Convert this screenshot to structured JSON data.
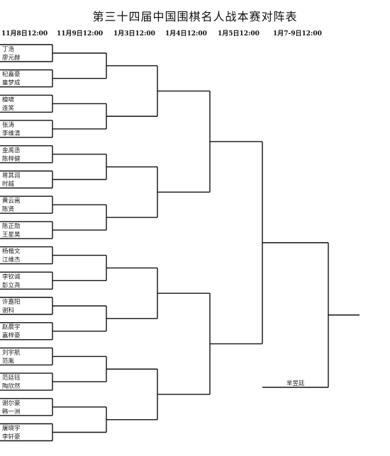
{
  "title": "第三十四届中国围棋名人战本赛对阵表",
  "rounds": [
    "11月8日12:00",
    "11月9日12:00",
    "1月3日12:00",
    "1月4日12:00",
    "1月5日12:00",
    "1月7-9日12:00"
  ],
  "matches": [
    [
      "丁浩",
      "廖元赫"
    ],
    [
      "杞嘉豪",
      "童梦成"
    ],
    [
      "檀啸",
      "连笑"
    ],
    [
      "张涛",
      "李维清"
    ],
    [
      "金禹丞",
      "陈梓健"
    ],
    [
      "蒋其润",
      "时越"
    ],
    [
      "黄云嵩",
      "陈贤"
    ],
    [
      "陈正勋",
      "王星昊"
    ],
    [
      "杨楷文",
      "江维杰"
    ],
    [
      "李钦诚",
      "彭立尧"
    ],
    [
      "许嘉阳",
      "谢科"
    ],
    [
      "赵晨宇",
      "嘉梓豪"
    ],
    [
      "刘宇航",
      "范胤"
    ],
    [
      "范廷钰",
      "陶欣然"
    ],
    [
      "谢尔豪",
      "韩一洲"
    ],
    [
      "屠晓宇",
      "李轩豪"
    ]
  ],
  "final_seed": "芈昱廷"
}
